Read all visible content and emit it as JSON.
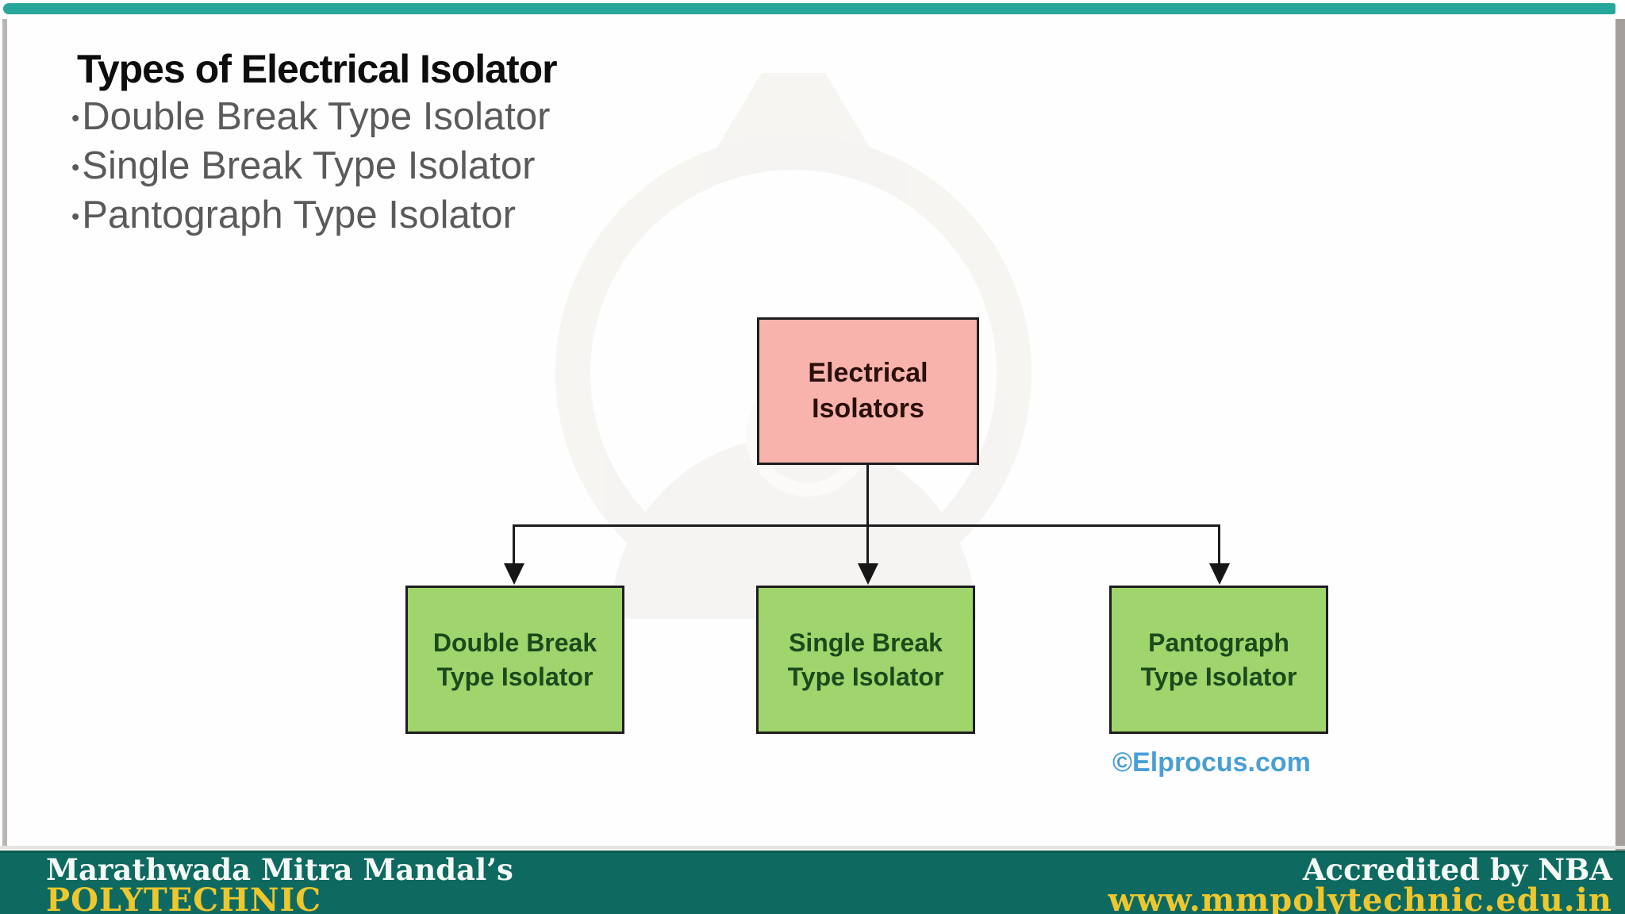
{
  "slide": {
    "title": "Types of Electrical Isolator",
    "bullet_char": "•",
    "bullets": [
      "Double Break Type Isolator",
      "Single Break Type Isolator",
      "Pantograph Type Isolator"
    ]
  },
  "diagram": {
    "root": {
      "line1": "Electrical",
      "line2": "Isolators"
    },
    "children": [
      {
        "line1": "Double Break",
        "line2": "Type Isolator"
      },
      {
        "line1": "Single Break",
        "line2": "Type Isolator"
      },
      {
        "line1": "Pantograph",
        "line2": "Type Isolator"
      }
    ],
    "credit": "©Elprocus.com"
  },
  "footer": {
    "org_name": "Marathwada Mitra Mandal’s",
    "org_type": "POLYTECHNIC",
    "accreditation": "Accredited by NBA",
    "website": "www.mmpolytechnic.edu.in"
  },
  "colors": {
    "top_accent": "#27a69b",
    "footer_bar": "#0e6a60",
    "root_node_fill": "#f8b3ac",
    "child_node_fill": "#a0d46c",
    "node_border": "#1e1e1e",
    "root_text": "#2a0f0b",
    "child_text": "#1c4a1d",
    "credit_blue": "#4a9fd6",
    "footer_gold": "#eec72e",
    "bullet_gray": "#5a5a5a"
  }
}
